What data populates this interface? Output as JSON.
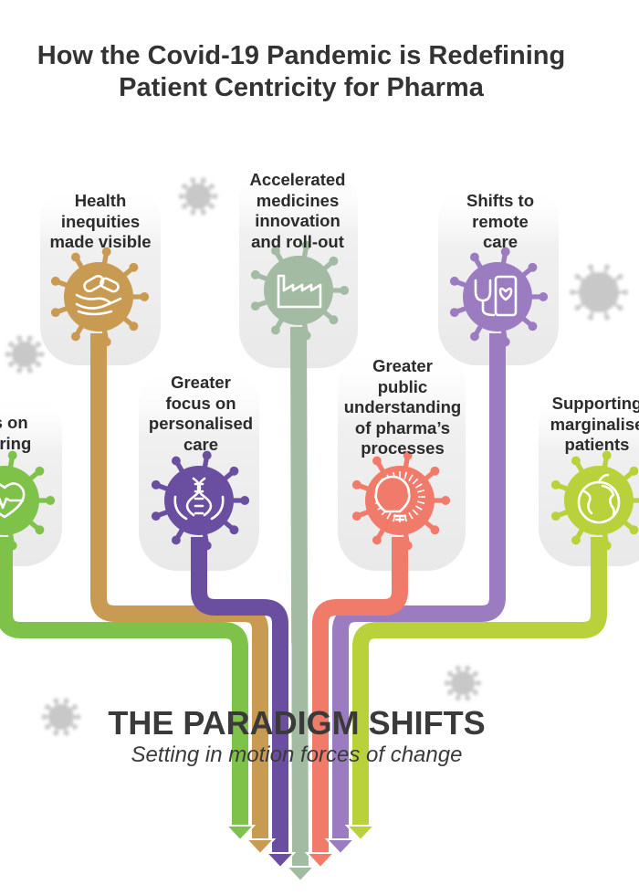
{
  "title_lines": [
    "How the Covid-19 Pandemic is Redefining",
    "Patient Centricity for Pharma"
  ],
  "branches": [
    {
      "id": "data-sharing",
      "lines": [
        "us on",
        "haring"
      ],
      "color": "#7fc24a",
      "icon": "heart-pulse-binary-icon"
    },
    {
      "id": "health-inequities",
      "lines": [
        "Health",
        "inequities",
        "made visible"
      ],
      "color": "#c99a52",
      "icon": "pills-in-hands-icon"
    },
    {
      "id": "personalised-care",
      "lines": [
        "Greater",
        "focus on",
        "personalised",
        "care"
      ],
      "color": "#6a4fa1",
      "icon": "dna-in-hands-icon"
    },
    {
      "id": "accelerated-innovation",
      "lines": [
        "Accelerated",
        "medicines",
        "innovation",
        "and roll-out"
      ],
      "color": "#a3bba3",
      "icon": "factory-icon"
    },
    {
      "id": "public-understanding",
      "lines": [
        "Greater",
        "public",
        "understanding",
        "of pharma’s",
        "processes"
      ],
      "color": "#f07b6a",
      "icon": "light-bulb-icon"
    },
    {
      "id": "remote-care",
      "lines": [
        "Shifts to",
        "remote",
        "care"
      ],
      "color": "#9b7cc0",
      "icon": "phone-stethoscope-icon"
    },
    {
      "id": "marginalised-patients",
      "lines": [
        "Supporting",
        "marginalise",
        "patients"
      ],
      "color": "#b9d13a",
      "icon": "globe-icon"
    }
  ],
  "decor": {
    "virus_color": "#c8c8c8",
    "card_color": "#efefef"
  },
  "footer": {
    "title": "THE PARADIGM SHIFTS",
    "subtitle": "Setting in motion forces of change"
  }
}
